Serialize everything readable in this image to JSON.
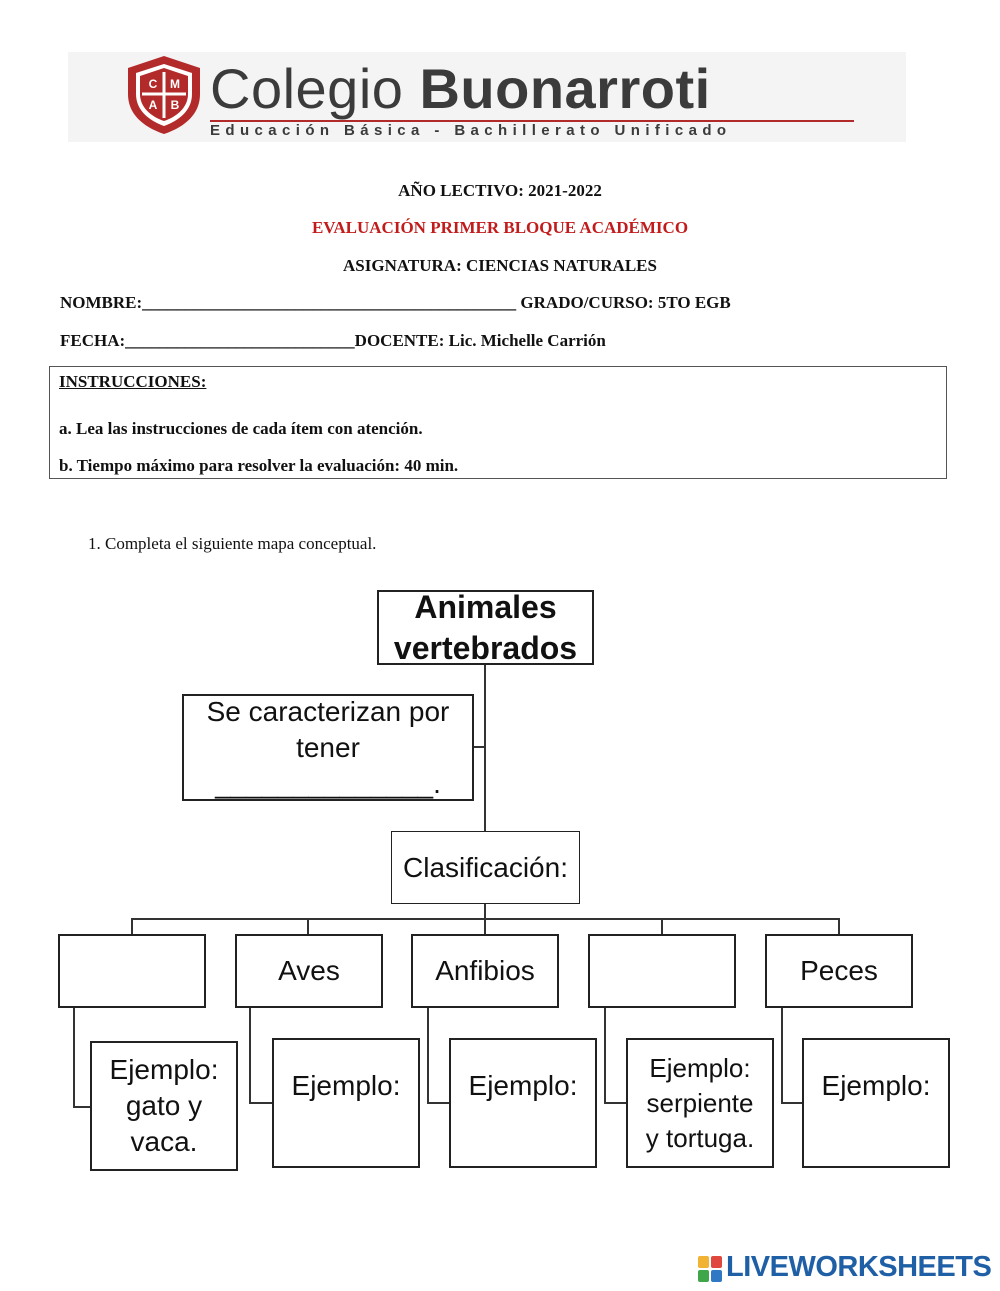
{
  "logo": {
    "shield_letters": [
      "C",
      "M",
      "A",
      "B"
    ],
    "name_light": "Colegio ",
    "name_bold": "Buonarroti",
    "subtitle": "Educación Básica - Bachillerato Unificado",
    "brand_color": "#b32a2a"
  },
  "header": {
    "year": "AÑO LECTIVO: 2021-2022",
    "evaluation": "EVALUACIÓN PRIMER BLOQUE ACADÉMICO",
    "subject": "ASIGNATURA: CIENCIAS NATURALES",
    "name_label": "NOMBRE:____________________________________________ GRADO/CURSO: 5TO EGB",
    "date_label": "FECHA:___________________________DOCENTE: Lic. Michelle Carrión",
    "accent_color": "#c21b1b"
  },
  "instructions": {
    "title": "INSTRUCCIONES:",
    "items": [
      "a.  Lea las instrucciones de cada ítem con atención.",
      "b.  Tiempo máximo para resolver la evaluación: 40 min."
    ]
  },
  "question1": "1.   Completa el siguiente mapa conceptual.",
  "concept_map": {
    "root": [
      "Animales",
      "vertebrados"
    ],
    "feature": [
      "Se caracterizan por",
      "tener",
      "______________."
    ],
    "classification": "Clasificación:",
    "categories": [
      "",
      "Aves",
      "Anfibios",
      "",
      "Peces"
    ],
    "examples": [
      [
        "Ejemplo:",
        "gato y",
        "vaca."
      ],
      [
        "Ejemplo:"
      ],
      [
        "Ejemplo:"
      ],
      [
        "Ejemplo:",
        "serpiente",
        "y tortuga."
      ],
      [
        "Ejemplo:"
      ]
    ]
  },
  "footer": {
    "brand": "LIVEWORKSHEETS",
    "brand_color": "#1f5fa6"
  }
}
